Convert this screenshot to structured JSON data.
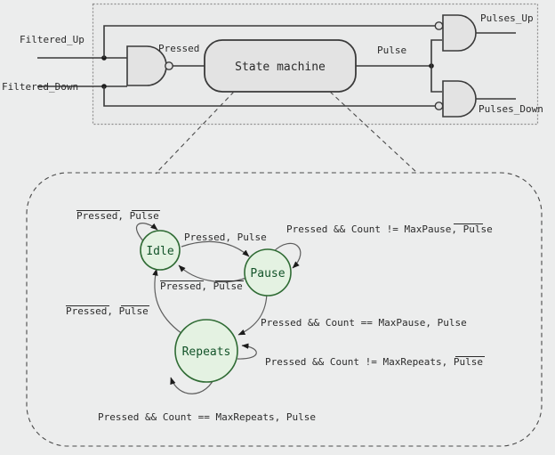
{
  "diagram": {
    "title": "State machine block diagram with FSM detail",
    "colors": {
      "background": "#eceded",
      "panel_fill": "#e9eaea",
      "gate_fill": "#e3e3e3",
      "wire": "#3a3a3a",
      "state_fill": "#e4f2e2",
      "state_stroke": "#2f6b34",
      "state_text": "#14542a",
      "arc": "#5e5e5e",
      "dashed": "#4a4a4a"
    }
  },
  "block_diagram": {
    "inputs": [
      {
        "name": "input-filtered-up",
        "label": "Filtered_Up"
      },
      {
        "name": "input-filtered-down",
        "label": "Filtered_Down"
      }
    ],
    "outputs": [
      {
        "name": "output-pulses-up",
        "label": "Pulses_Up"
      },
      {
        "name": "output-pulses-down",
        "label": "Pulses_Down"
      }
    ],
    "nets": [
      {
        "name": "net-pressed",
        "label": "Pressed"
      },
      {
        "name": "net-pulse",
        "label": "Pulse"
      }
    ],
    "blocks": [
      {
        "name": "state-machine-block",
        "label": "State machine"
      }
    ],
    "gates": [
      {
        "name": "nand-gate-input",
        "type": "nand"
      },
      {
        "name": "and-gate-up",
        "type": "and-inverted-top-input"
      },
      {
        "name": "and-gate-down",
        "type": "and-inverted-bottom-input"
      }
    ]
  },
  "fsm": {
    "states": [
      {
        "name": "state-idle",
        "label": "Idle"
      },
      {
        "name": "state-pause",
        "label": "Pause"
      },
      {
        "name": "state-repeats",
        "label": "Repeats"
      }
    ],
    "transitions": [
      {
        "name": "transition-idle-self",
        "from": "Idle",
        "to": "Idle",
        "text": "Pressed, Pulse",
        "parts": [
          {
            "text": "Pressed",
            "overline": true
          },
          {
            "text": ", ",
            "overline": false
          },
          {
            "text": "Pulse",
            "overline": true
          }
        ]
      },
      {
        "name": "transition-idle-to-pause",
        "from": "Idle",
        "to": "Pause",
        "text": "Pressed, Pulse",
        "parts": [
          {
            "text": "Pressed, Pulse",
            "overline": false
          }
        ]
      },
      {
        "name": "transition-pause-to-idle",
        "from": "Pause",
        "to": "Idle",
        "text": "Pressed, Pulse",
        "parts": [
          {
            "text": "Pressed",
            "overline": true
          },
          {
            "text": ", ",
            "overline": false
          },
          {
            "text": "Pulse",
            "overline": true
          }
        ]
      },
      {
        "name": "transition-pause-self",
        "from": "Pause",
        "to": "Pause",
        "text": "Pressed && Count != MaxPause, Pulse",
        "parts": [
          {
            "text": "Pressed && Count != MaxPause, ",
            "overline": false
          },
          {
            "text": "Pulse",
            "overline": true
          }
        ]
      },
      {
        "name": "transition-pause-to-repeats",
        "from": "Pause",
        "to": "Repeats",
        "text": "Pressed && Count == MaxPause, Pulse",
        "parts": [
          {
            "text": "Pressed && Count == MaxPause, Pulse",
            "overline": false
          }
        ]
      },
      {
        "name": "transition-repeats-self-right",
        "from": "Repeats",
        "to": "Repeats",
        "text": "Pressed && Count != MaxRepeats, Pulse",
        "parts": [
          {
            "text": "Pressed && Count != MaxRepeats, ",
            "overline": false
          },
          {
            "text": "Pulse",
            "overline": true
          }
        ]
      },
      {
        "name": "transition-repeats-self-bottom",
        "from": "Repeats",
        "to": "Repeats",
        "text": "Pressed && Count == MaxRepeats, Pulse",
        "parts": [
          {
            "text": "Pressed && Count == MaxRepeats, Pulse",
            "overline": false
          }
        ]
      },
      {
        "name": "transition-repeats-to-idle",
        "from": "Repeats",
        "to": "Idle",
        "text": "Pressed, Pulse",
        "parts": [
          {
            "text": "Pressed",
            "overline": true
          },
          {
            "text": ", ",
            "overline": false
          },
          {
            "text": "Pulse",
            "overline": true
          }
        ]
      }
    ]
  }
}
